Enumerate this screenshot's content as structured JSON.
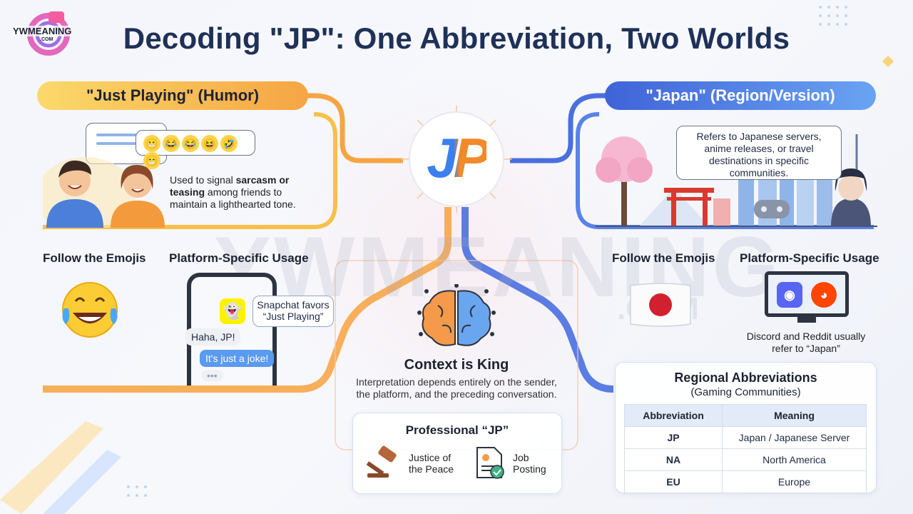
{
  "logo": {
    "name": "YWMEANING",
    "sub": ".COM"
  },
  "title": "Decoding \"JP\": One Abbreviation, Two Worlds",
  "center": {
    "logo_text": "JP"
  },
  "watermark": {
    "text": "YWMEANING",
    "sub": ".COM"
  },
  "left": {
    "pill": "\"Just Playing\" (Humor)",
    "description_parts": [
      "Used to signal ",
      "sarcasm or teasing",
      " among friends to maintain a lighthearted tone."
    ],
    "emojis_heading": "Follow the Emojis",
    "platform_heading": "Platform-Specific Usage",
    "snapchat_note": "Snapchat favors “Just Playing”",
    "chat": [
      "Haha, JP!",
      "It's just a joke!",
      "•••"
    ]
  },
  "right": {
    "pill": "\"Japan\" (Region/Version)",
    "description": "Refers to Japanese servers, anime releases, or travel destinations in specific communities.",
    "emojis_heading": "Follow the Emojis",
    "platform_heading": "Platform-Specific Usage",
    "platform_note": "Discord and Reddit usually refer to “Japan”"
  },
  "context": {
    "heading": "Context is King",
    "text": "Interpretation depends entirely on the sender, the platform, and the preceding conversation."
  },
  "professional": {
    "heading": "Professional “JP”",
    "items": [
      {
        "icon": "gavel-icon",
        "label": "Justice of the Peace"
      },
      {
        "icon": "job-document-icon",
        "label": "Job Posting"
      }
    ]
  },
  "regional": {
    "heading": "Regional Abbreviations",
    "subheading": "(Gaming Communities)",
    "columns": [
      "Abbreviation",
      "Meaning"
    ],
    "rows": [
      [
        "JP",
        "Japan / Japanese Server"
      ],
      [
        "NA",
        "North America"
      ],
      [
        "EU",
        "Europe"
      ]
    ]
  },
  "colors": {
    "orange": "#f6a543",
    "blue": "#3f63d8",
    "navy": "#1f3157"
  }
}
